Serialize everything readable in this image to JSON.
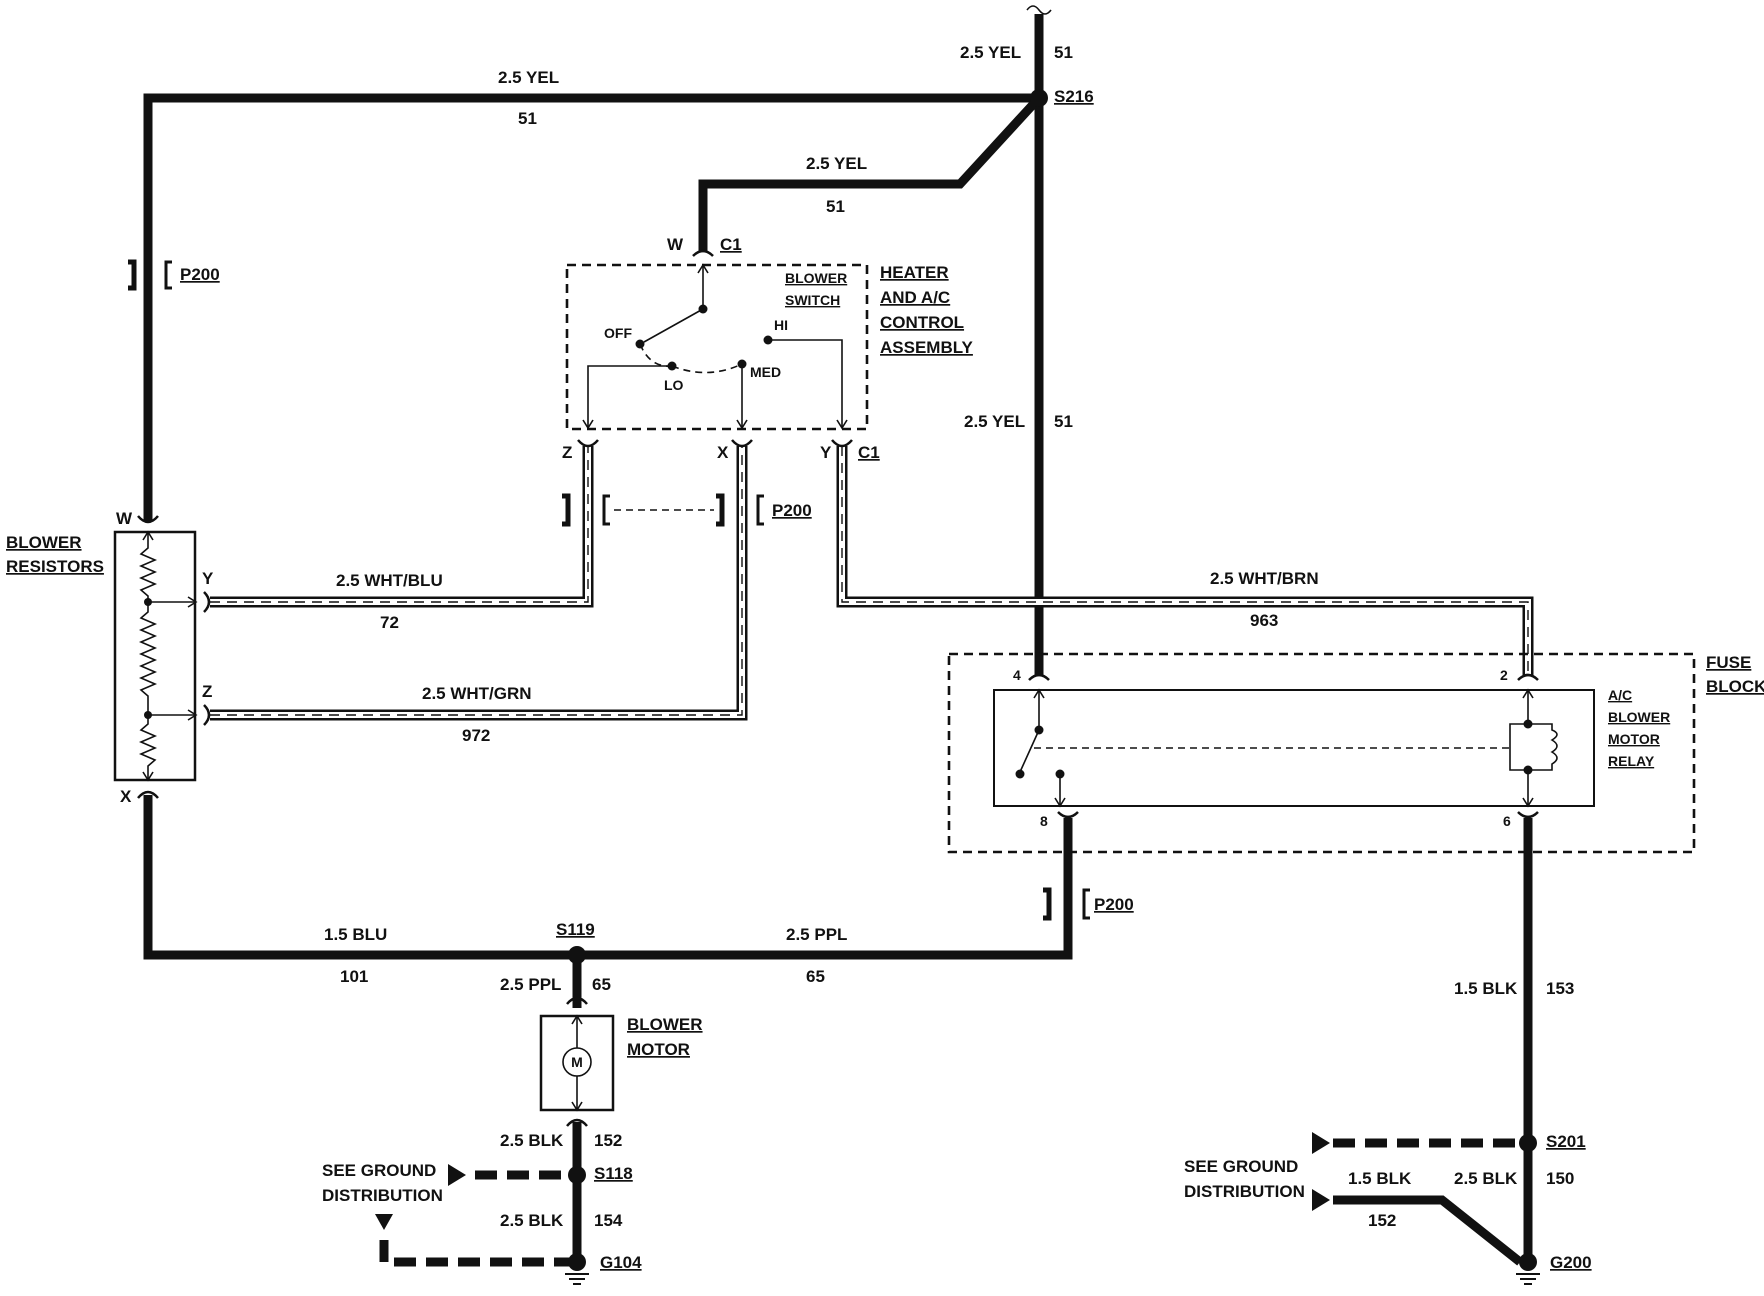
{
  "components": {
    "blower_resistors": [
      "BLOWER",
      "RESISTORS"
    ],
    "heater_ac_control": [
      "HEATER",
      "AND A/C",
      "CONTROL",
      "ASSEMBLY"
    ],
    "blower_switch": [
      "BLOWER",
      "SWITCH"
    ],
    "fuse_block": [
      "FUSE",
      "BLOCK"
    ],
    "ac_relay": [
      "A/C",
      "BLOWER",
      "MOTOR",
      "RELAY"
    ],
    "blower_motor": [
      "BLOWER",
      "MOTOR"
    ],
    "motor_symbol": "M"
  },
  "switch_positions": {
    "off": "OFF",
    "lo": "LO",
    "med": "MED",
    "hi": "HI"
  },
  "connectors": {
    "c1": "C1",
    "p200": "P200"
  },
  "splices": {
    "s216": "S216",
    "s119": "S119",
    "s118": "S118",
    "s201": "S201"
  },
  "grounds": {
    "g104": "G104",
    "g200": "G200"
  },
  "pins": {
    "res_w": "W",
    "res_y": "Y",
    "res_z": "Z",
    "res_x": "X",
    "sw_w": "W",
    "sw_z": "Z",
    "sw_x": "X",
    "sw_y": "Y",
    "relay_4": "4",
    "relay_2": "2",
    "relay_8": "8",
    "relay_6": "6"
  },
  "ground_note": "SEE GROUND DISTRIBUTION",
  "ground_note_lines": [
    "SEE GROUND",
    "DISTRIBUTION"
  ],
  "wires": {
    "top_in": {
      "spec": "2.5 YEL",
      "circuit": "51"
    },
    "top_left": {
      "spec": "2.5 YEL",
      "circuit": "51"
    },
    "to_switch": {
      "spec": "2.5 YEL",
      "circuit": "51"
    },
    "to_relay": {
      "spec": "2.5 YEL",
      "circuit": "51"
    },
    "wht_blu": {
      "spec": "2.5 WHT/BLU",
      "circuit": "72"
    },
    "wht_grn": {
      "spec": "2.5 WHT/GRN",
      "circuit": "972"
    },
    "wht_brn": {
      "spec": "2.5 WHT/BRN",
      "circuit": "963"
    },
    "blu": {
      "spec": "1.5 BLU",
      "circuit": "101"
    },
    "ppl_main": {
      "spec": "2.5 PPL",
      "circuit": "65"
    },
    "ppl_motor": {
      "spec": "2.5 PPL",
      "circuit": "65"
    },
    "blk_152": {
      "spec": "2.5 BLK",
      "circuit": "152"
    },
    "blk_154": {
      "spec": "2.5 BLK",
      "circuit": "154"
    },
    "blk_153": {
      "spec": "1.5 BLK",
      "circuit": "153"
    },
    "blk_150": {
      "spec": "2.5 BLK",
      "circuit": "150"
    },
    "blk_152b": {
      "spec": "1.5 BLK",
      "circuit": "152"
    }
  }
}
